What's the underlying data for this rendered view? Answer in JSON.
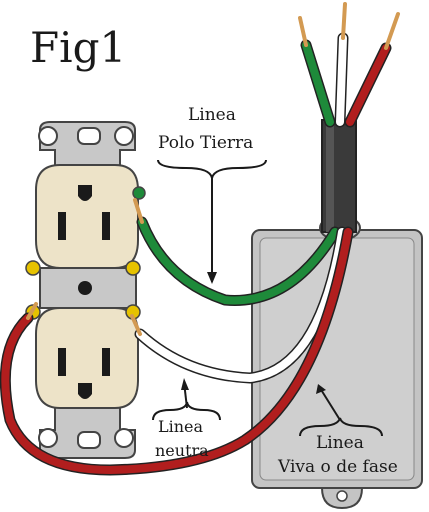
{
  "figure_title": "Fig1",
  "labels": {
    "ground_line1": "Linea",
    "ground_line2": "Polo Tierra",
    "neutral_line1": "Linea",
    "neutral_line2": "neutra",
    "live_line1": "Linea",
    "live_line2": "Viva o de fase"
  },
  "colors": {
    "ground_wire": "#1e8a3a",
    "neutral_wire": "#ffffff",
    "live_wire": "#b11e1e",
    "copper": "#d39a52",
    "outlet_face": "#ede3c8",
    "mount_strap": "#c8c8c8",
    "box": "#c4c4c4",
    "cable_jacket": "#3a3a3a",
    "screw": "#e6c200"
  },
  "icons": [
    "duplex-outlet-icon",
    "junction-box-icon",
    "cable-icon",
    "terminal-screw-icon"
  ]
}
